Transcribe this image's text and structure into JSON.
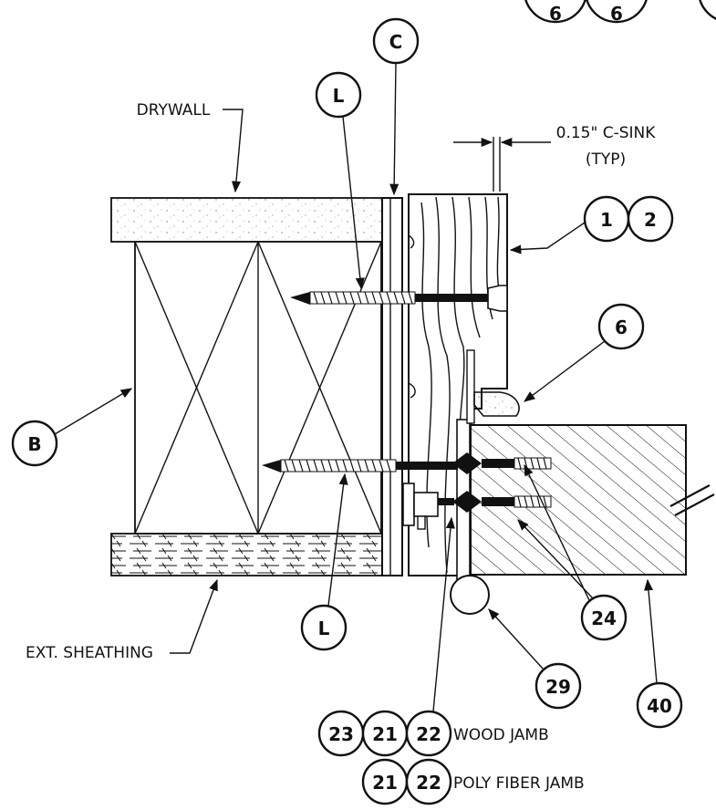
{
  "callouts": {
    "drywall": "DRYWALL",
    "csink": "0.15\" C-SINK",
    "typ": "(TYP)",
    "ext_sheathing": "EXT. SHEATHING",
    "wood_jamb": "WOOD JAMB",
    "poly_fiber_jamb": "POLY FIBER JAMB"
  },
  "bubbles": {
    "top_a": "6",
    "top_b": "6",
    "c": "C",
    "l_top": "L",
    "b": "B",
    "one": "1",
    "two": "2",
    "six": "6",
    "l_bottom": "L",
    "twenty_four": "24",
    "twenty_nine": "29",
    "forty": "40",
    "wood_23": "23",
    "wood_21": "21",
    "wood_22": "22",
    "poly_21": "21",
    "poly_22": "22"
  }
}
